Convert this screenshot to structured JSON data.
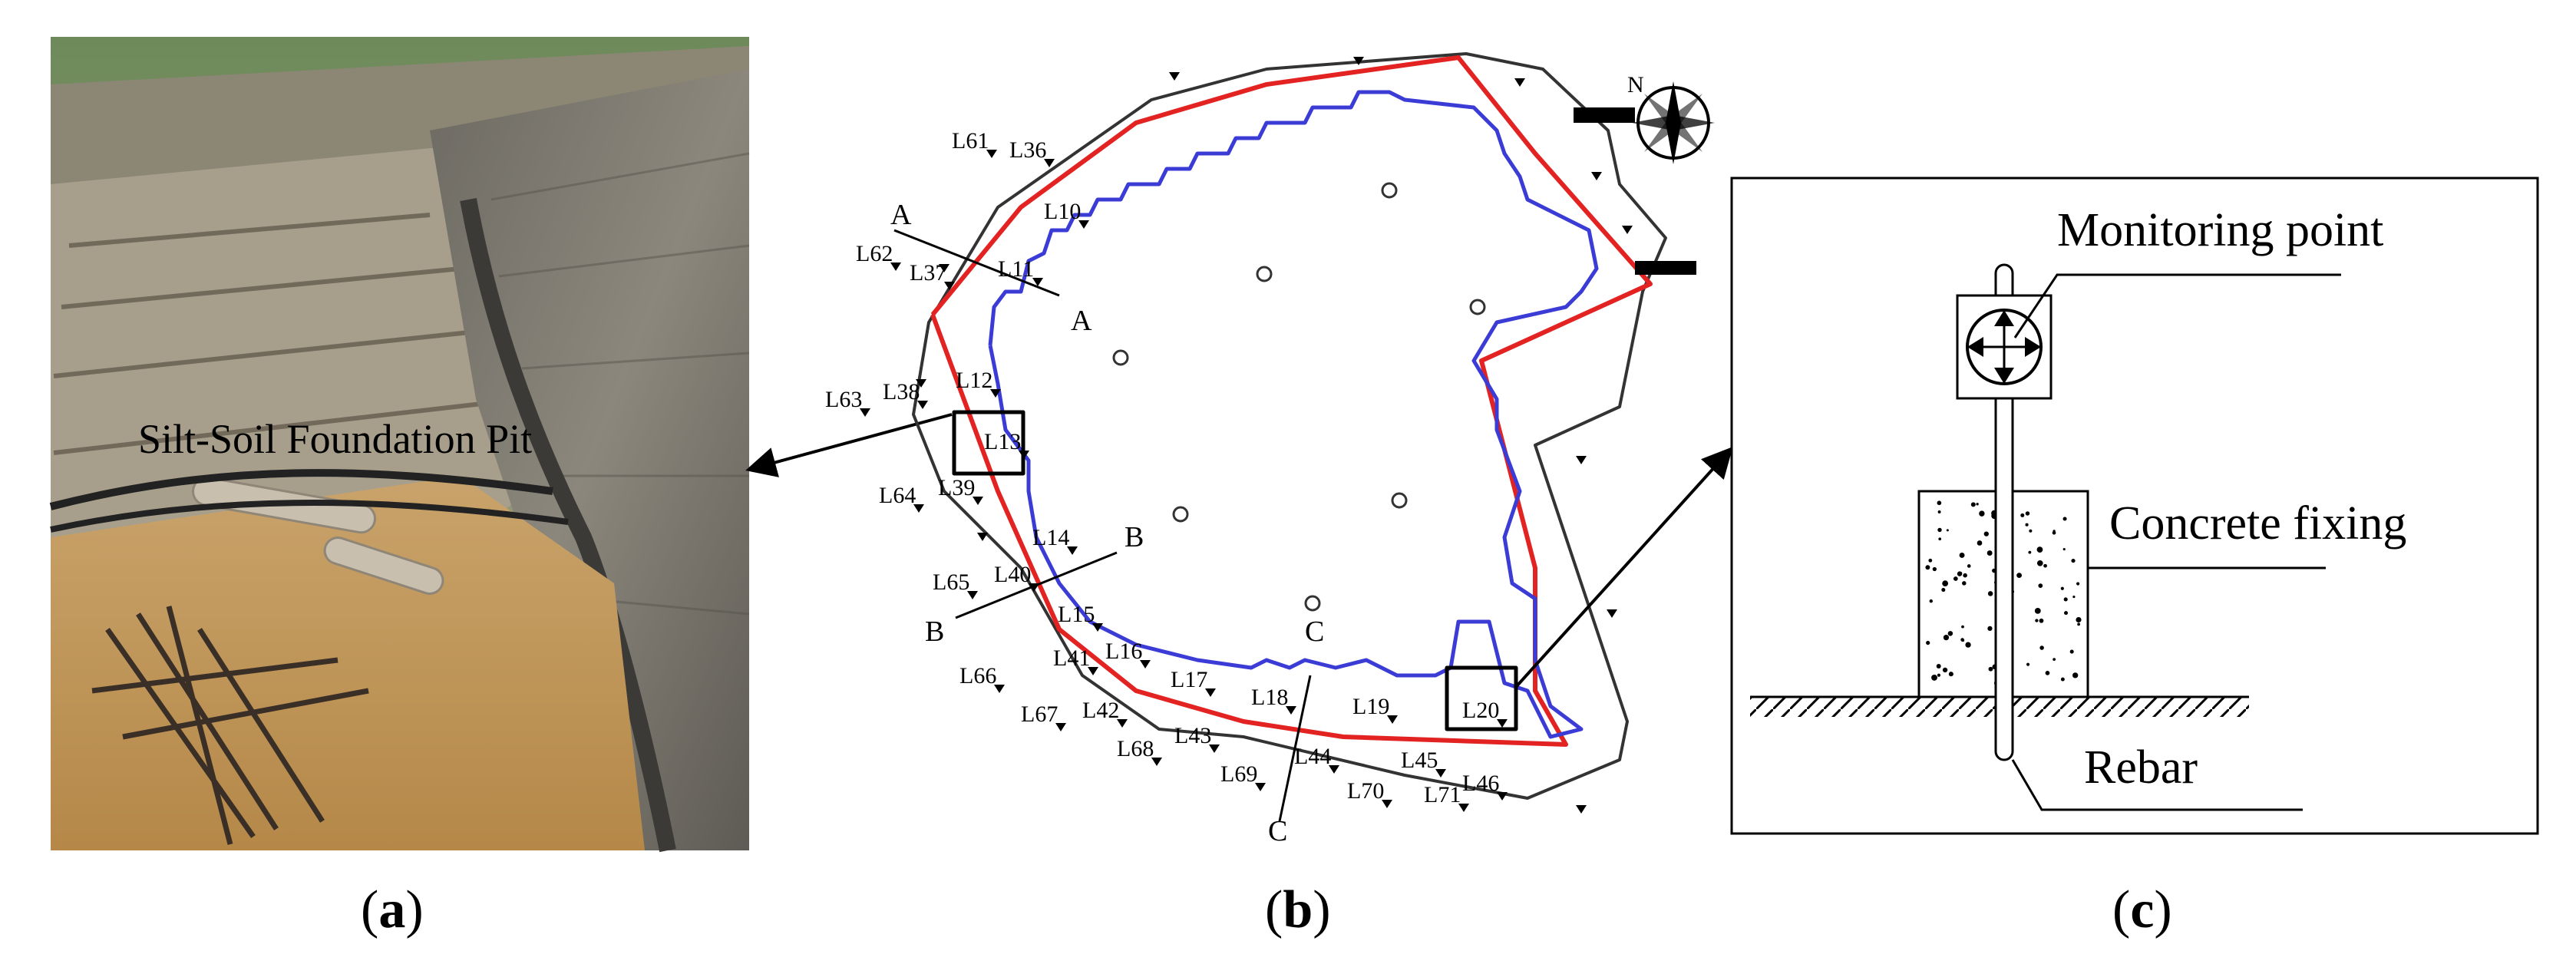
{
  "panel_a": {
    "pit_label": "Silt-Soil Foundation Pit",
    "caption_open": "(",
    "caption_letter": "a",
    "caption_close": ")"
  },
  "panel_b": {
    "caption_open": "(",
    "caption_letter": "b",
    "caption_close": ")",
    "sections": [
      {
        "label": "A",
        "pos": "start"
      },
      {
        "label": "A",
        "pos": "end"
      },
      {
        "label": "B",
        "pos": "start"
      },
      {
        "label": "B",
        "pos": "end"
      },
      {
        "label": "C",
        "pos": "start"
      },
      {
        "label": "C",
        "pos": "end"
      }
    ],
    "points": [
      "L61",
      "L36",
      "L10",
      "L62",
      "L37",
      "L11",
      "L63",
      "L38",
      "L12",
      "L13",
      "L64",
      "L39",
      "L14",
      "L65",
      "L40",
      "L15",
      "L16",
      "L66",
      "L41",
      "L17",
      "L67",
      "L42",
      "L43",
      "L18",
      "L19",
      "L20",
      "L68",
      "L69",
      "L44",
      "L45",
      "L70",
      "L71",
      "L46"
    ],
    "north_symbol": "compass-north",
    "colors": {
      "boundary": "#333333",
      "red_line": "#e32222",
      "blue_line": "#3b3bd6"
    }
  },
  "panel_c": {
    "caption_open": "(",
    "caption_letter": "c",
    "caption_close": ")",
    "labels": {
      "monitoring_point": "Monitoring point",
      "concrete_fixing": "Concrete fixing",
      "rebar": "Rebar"
    }
  }
}
